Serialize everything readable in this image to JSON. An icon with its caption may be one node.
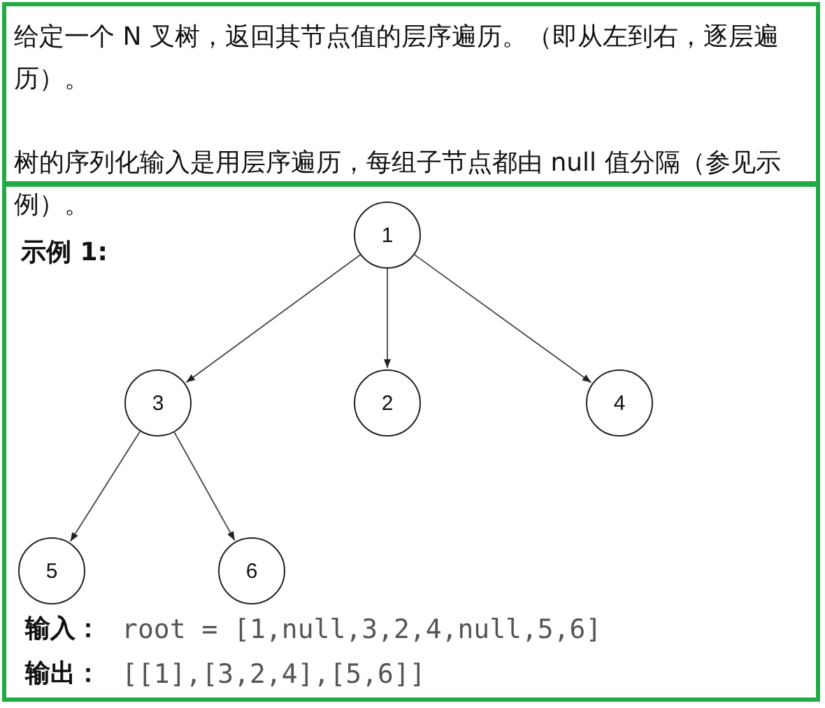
{
  "diagram": {
    "nodes": [
      {
        "text": [
          "1"
        ]
      },
      {
        "text": [
          "3"
        ]
      },
      {
        "text": [
          "2"
        ]
      },
      {
        "text": [
          "4"
        ]
      },
      {
        "text": [
          "5"
        ]
      },
      {
        "text": [
          "6"
        ]
      }
    ],
    "edges": [
      {
        "from": 0,
        "to": 1,
        "arrow": "to"
      },
      {
        "from": 0,
        "to": 2,
        "arrow": "to"
      },
      {
        "from": 0,
        "to": 3,
        "arrow": "to"
      },
      {
        "from": 1,
        "to": 4,
        "arrow": "to"
      },
      {
        "from": 1,
        "to": 5,
        "arrow": "to"
      }
    ],
    "labels": [
      "给定一个 N 叉树，返回其节点值的层序遍历。（即从左到右，逐层遍历）。",
      "树的序列化输入是用层序遍历，每组子节点都由 null 值分隔（参见示例）。",
      "示例 1:",
      "输入：",
      "root = [1,null,3,2,4,null,5,6]",
      "输出：",
      "[[1],[3,2,4],[5,6]]"
    ]
  }
}
